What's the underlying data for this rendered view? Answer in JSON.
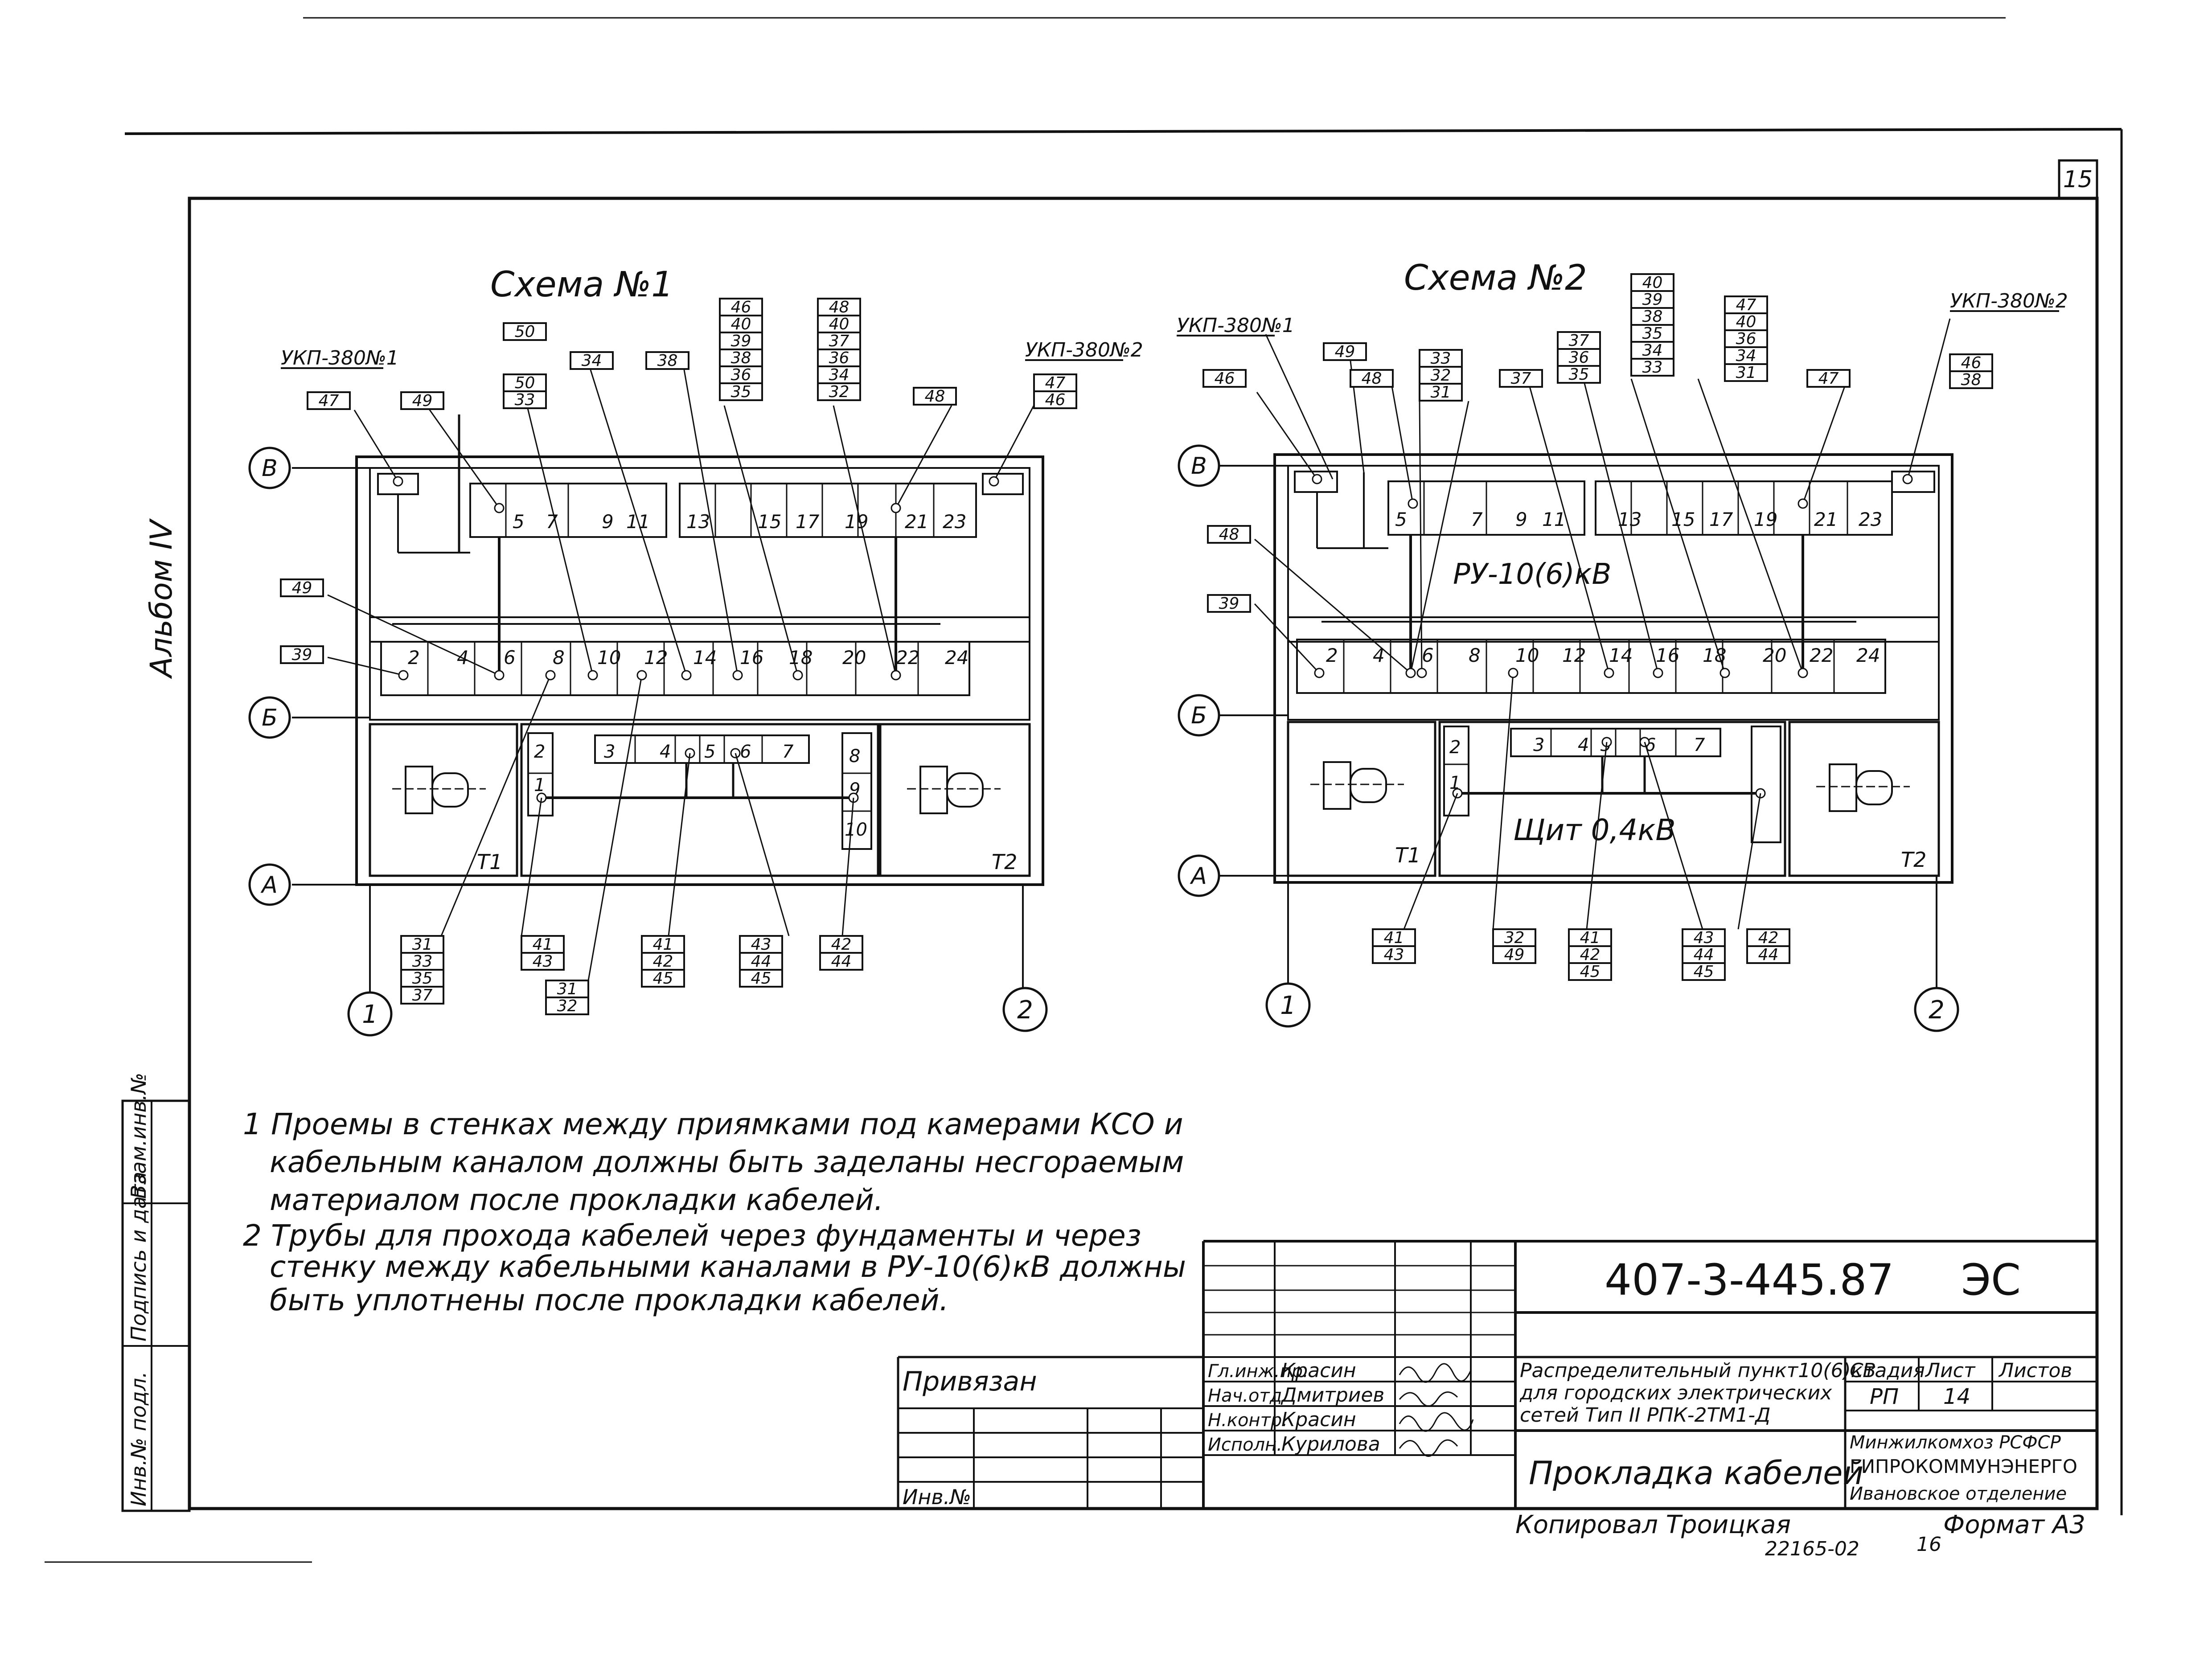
{
  "sheet_number": "15",
  "side_labels": {
    "album": "Альбом IV",
    "stamp_vzam": "Взам.инв.№",
    "stamp_podp": "Подпись и дата",
    "stamp_inv": "Инв.№ подл."
  },
  "scheme1": {
    "title": "Схема №1",
    "ukp_left": "УКП-380№1",
    "ukp_right": "УКП-380№2",
    "axes": [
      "В",
      "Б",
      "А"
    ],
    "circles": [
      "1",
      "2"
    ],
    "upper_cells": [
      "5",
      "7",
      "9",
      "11",
      "13",
      "15",
      "17",
      "19",
      "21",
      "23"
    ],
    "lower_cells": [
      "2",
      "4",
      "6",
      "8",
      "10",
      "12",
      "14",
      "16",
      "18",
      "20",
      "22",
      "24"
    ],
    "board_cells": [
      "3",
      "4",
      "5",
      "6",
      "7"
    ],
    "side_cells_left": [
      "2",
      "1"
    ],
    "side_cells_right": [
      "8",
      "9",
      "10"
    ],
    "transformers": [
      "Т1",
      "Т2"
    ],
    "top_tags": {
      "t47": [
        "47"
      ],
      "t49": [
        "49"
      ],
      "t50": [
        "50"
      ],
      "t50_33": [
        "50",
        "33"
      ],
      "t34": [
        "34"
      ],
      "t38": [
        "38"
      ],
      "s1": [
        "46",
        "40",
        "39",
        "38",
        "36",
        "35"
      ],
      "s2": [
        "48",
        "40",
        "37",
        "36",
        "34",
        "32"
      ],
      "t48": [
        "48"
      ],
      "t47_46": [
        "47",
        "46"
      ]
    },
    "left_tags": {
      "t49": [
        "49"
      ],
      "t39": [
        "39"
      ]
    },
    "bottom_tags": {
      "b1": [
        "31",
        "33",
        "35",
        "37"
      ],
      "b2": [
        "41",
        "43"
      ],
      "b3": [
        "31",
        "32"
      ],
      "b4": [
        "41",
        "42",
        "45"
      ],
      "b5": [
        "43",
        "44",
        "45"
      ],
      "b6": [
        "42",
        "44"
      ]
    }
  },
  "scheme2": {
    "title": "Схема №2",
    "ukp_left": "УКП-380№1",
    "ukp_right": "УКП-380№2",
    "axes": [
      "В",
      "Б",
      "А"
    ],
    "circles": [
      "1",
      "2"
    ],
    "ru_label": "РУ-10(6)кВ",
    "shield_label": "Щит 0,4кВ",
    "upper_cells": [
      "5",
      "7",
      "9",
      "11",
      "13",
      "15",
      "17",
      "19",
      "21",
      "23"
    ],
    "lower_cells": [
      "2",
      "4",
      "6",
      "8",
      "10",
      "12",
      "14",
      "16",
      "18",
      "20",
      "22",
      "24"
    ],
    "board_cells": [
      "3",
      "4",
      "5",
      "6",
      "7"
    ],
    "side_cells_left": [
      "2",
      "1"
    ],
    "transformers": [
      "Т1",
      "Т2"
    ],
    "top_tags": {
      "t46": [
        "46"
      ],
      "t49": [
        "49"
      ],
      "t48": [
        "48"
      ],
      "s1": [
        "33",
        "32",
        "31"
      ],
      "t37": [
        "37"
      ],
      "s2": [
        "37",
        "36",
        "35"
      ],
      "s3": [
        "40",
        "39",
        "38",
        "35",
        "34",
        "33"
      ],
      "s4": [
        "47",
        "40",
        "36",
        "34",
        "31"
      ],
      "t47": [
        "47"
      ],
      "t46_38": [
        "46",
        "38"
      ]
    },
    "left_tags": {
      "t48": [
        "48"
      ],
      "t39": [
        "39"
      ]
    },
    "bottom_tags": {
      "b1": [
        "41",
        "43"
      ],
      "b2": [
        "32",
        "49"
      ],
      "b3": [
        "41",
        "42",
        "45"
      ],
      "b4": [
        "43",
        "44",
        "45"
      ],
      "b5": [
        "42",
        "44"
      ]
    }
  },
  "notes": [
    "1 Проемы в стенках между приямками под камерами КСО и",
    "кабельным каналом должны быть заделаны несгораемым",
    "материалом после прокладки кабелей.",
    "2 Трубы для прохода кабелей через фундаменты и через",
    "стенку между кабельными каналами в РУ-10(6)кВ должны",
    "быть уплотнены после прокладки кабелей."
  ],
  "title_block": {
    "doc_code": "407-3-445.87",
    "doc_mark": "ЭС",
    "privyazan": "Привязан",
    "inv_no": "Инв.№",
    "roles": [
      "Гл.инж.пр.",
      "Нач.отд.",
      "Н.контр.",
      "Исполн."
    ],
    "names": [
      "Красин",
      "Дмитриев",
      "Красин",
      "Курилова"
    ],
    "project_desc": [
      "Распределительный пункт10(6)кВ",
      "для городских электрических",
      "сетей  Тип II РПК-2ТМ1-Д"
    ],
    "sheet_title": "Прокладка кабелей",
    "stage_header": "Стадия",
    "sheet_header": "Лист",
    "sheets_header": "Листов",
    "stage": "РП",
    "sheet": "14",
    "org_lines": [
      "Минжилкомхоз РСФСР",
      "ГИПРОКОММУНЭНЕРГО",
      "Ивановское отделение"
    ]
  },
  "footer": {
    "copied": "Копировал Троицкая",
    "format": "Формат А3",
    "order": "22165-02",
    "page": "16"
  }
}
